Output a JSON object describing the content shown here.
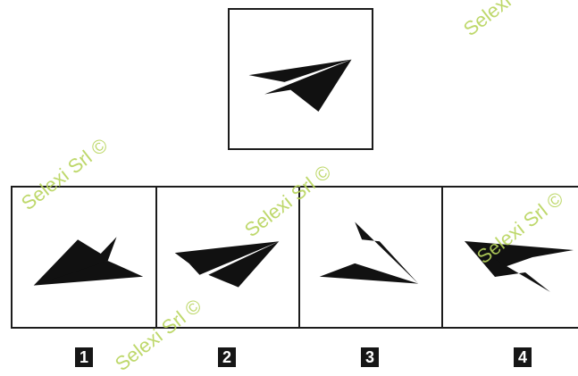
{
  "reference": {
    "icon": "paper-plane"
  },
  "options": [
    {
      "label": "1",
      "icon": "paper-plane"
    },
    {
      "label": "2",
      "icon": "paper-plane"
    },
    {
      "label": "3",
      "icon": "paper-plane"
    },
    {
      "label": "4",
      "icon": "paper-plane"
    }
  ],
  "watermark": {
    "text": "Selexi Srl ©"
  },
  "colors": {
    "figure": "#111111",
    "border": "#1c1c1c",
    "watermark": "#b7d45c"
  }
}
